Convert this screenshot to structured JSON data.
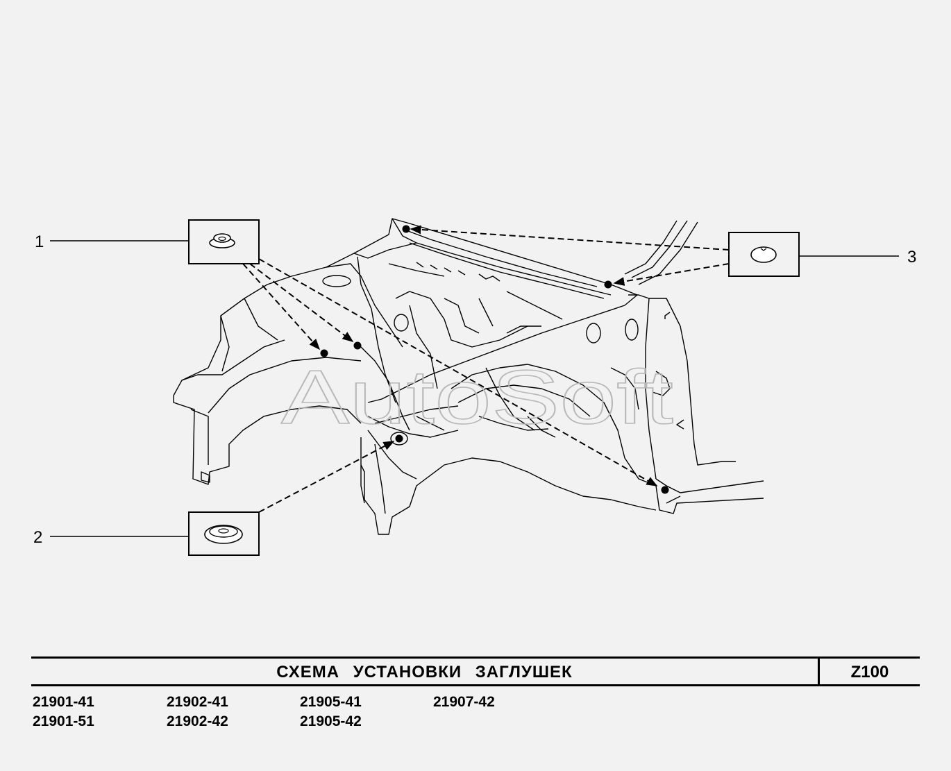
{
  "diagram": {
    "callouts": [
      {
        "number": "1",
        "part": "small-plug"
      },
      {
        "number": "2",
        "part": "large-plug"
      },
      {
        "number": "3",
        "part": "flat-plug"
      }
    ],
    "watermark": "AutoSoft"
  },
  "title_block": {
    "title": "СХЕМА   УСТАНОВКИ   ЗАГЛУШЕК",
    "code": "Z100"
  },
  "models": [
    "21901-41",
    "21902-41",
    "21905-41",
    "21907-42",
    "21901-51",
    "21902-42",
    "21905-42"
  ]
}
